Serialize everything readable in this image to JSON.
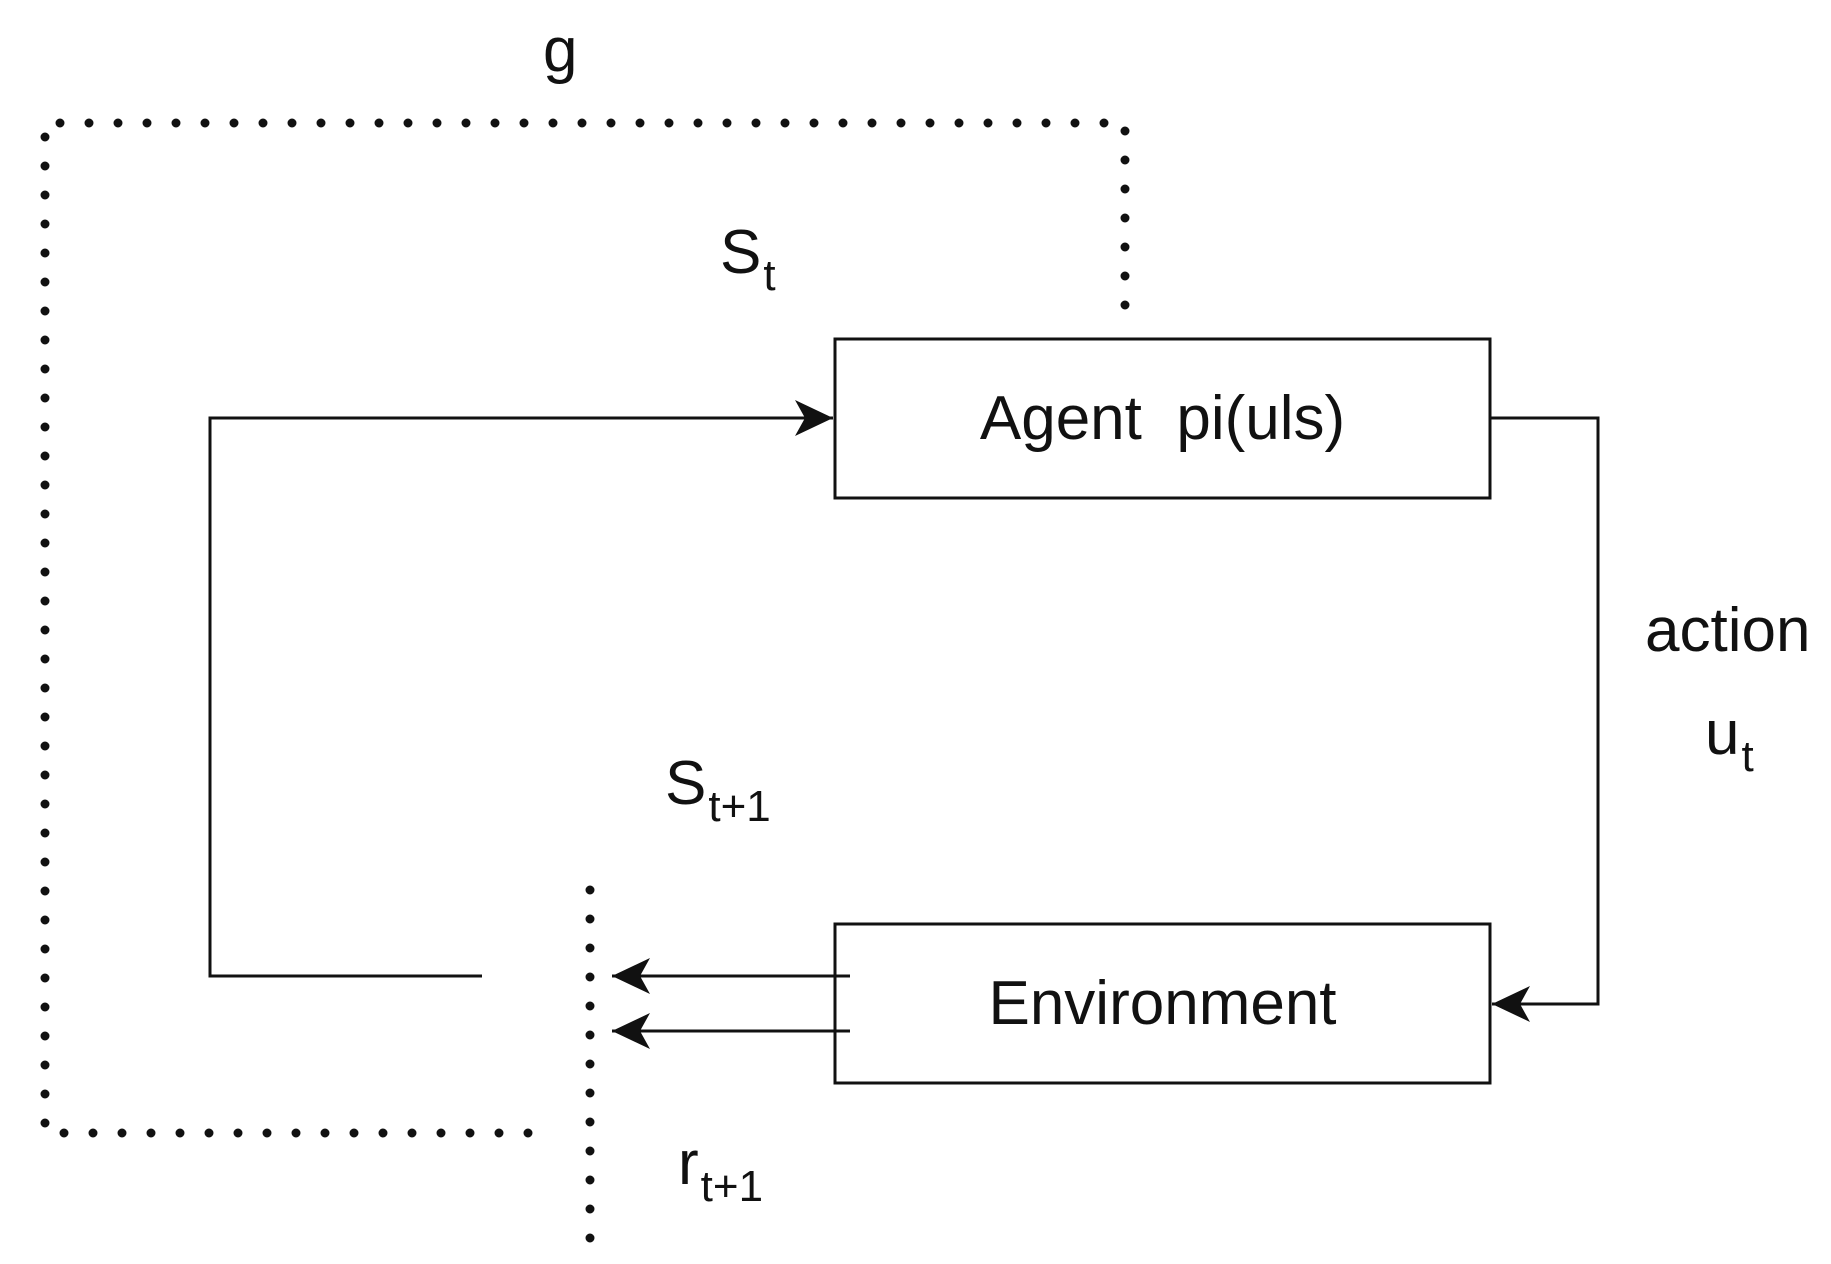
{
  "boxes": {
    "agent": {
      "label": "Agent  pi(uls)"
    },
    "environment": {
      "label": "Environment"
    }
  },
  "labels": {
    "goal": "g",
    "state": {
      "base": "S",
      "sub": "t"
    },
    "next_state": {
      "base": "S",
      "sub": "t+1"
    },
    "reward": {
      "base": "r",
      "sub": "t+1"
    },
    "action_word": "action",
    "action": {
      "base": "u",
      "sub": "t"
    }
  },
  "colors": {
    "stroke": "#111111",
    "background": "#ffffff"
  }
}
